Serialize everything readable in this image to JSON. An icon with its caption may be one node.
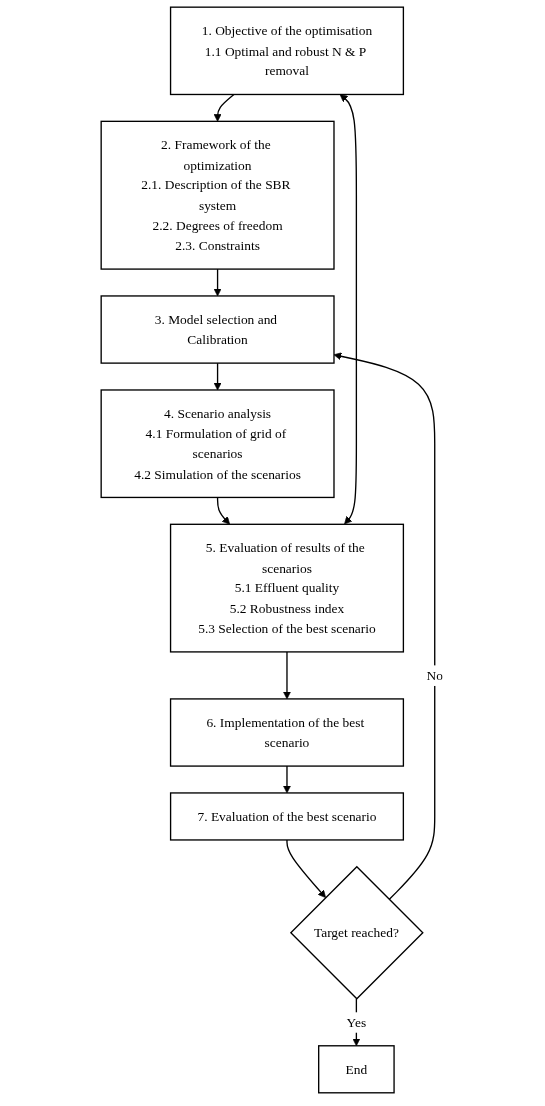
{
  "diagram": {
    "nodes": [
      {
        "text": [
          "1. Objective of the optimisation",
          "1.1 Optimal and robust N & P removal"
        ]
      },
      {
        "text": [
          "2. Framework of the optimization",
          "2.1. Description of the SBR system",
          "2.2. Degrees of freedom",
          "2.3. Constraints"
        ]
      },
      {
        "text": [
          "3. Model selection and Calibration"
        ]
      },
      {
        "text": [
          "4. Scenario analysis",
          "4.1 Formulation of grid of scenarios",
          "4.2 Simulation of the scenarios"
        ]
      },
      {
        "text": [
          "5. Evaluation of results of the scenarios",
          "5.1 Effluent quality",
          "5.2 Robustness index",
          "5.3 Selection of the best scenario"
        ]
      },
      {
        "text": [
          "6. Implementation of the best scenario"
        ]
      },
      {
        "text": [
          "7. Evaluation of the best scenario"
        ]
      },
      {
        "text": [
          "Target reached?"
        ]
      },
      {
        "text": [
          "End"
        ]
      }
    ],
    "edges": [
      {
        "from": 0,
        "to": 1,
        "arrow": "to"
      },
      {
        "from": 1,
        "to": 2,
        "arrow": "to"
      },
      {
        "from": 2,
        "to": 3,
        "arrow": "to"
      },
      {
        "from": 3,
        "to": 4,
        "arrow": "to"
      },
      {
        "from": 4,
        "to": 5,
        "arrow": "to"
      },
      {
        "from": 5,
        "to": 6,
        "arrow": "to"
      },
      {
        "from": 6,
        "to": 7,
        "arrow": "to"
      },
      {
        "from": 7,
        "to": 2,
        "arrow": "to",
        "label": "No"
      },
      {
        "from": 7,
        "to": 8,
        "arrow": "to",
        "label": "Yes"
      },
      {
        "from": 4,
        "to": 0,
        "arrow": "both"
      }
    ]
  }
}
